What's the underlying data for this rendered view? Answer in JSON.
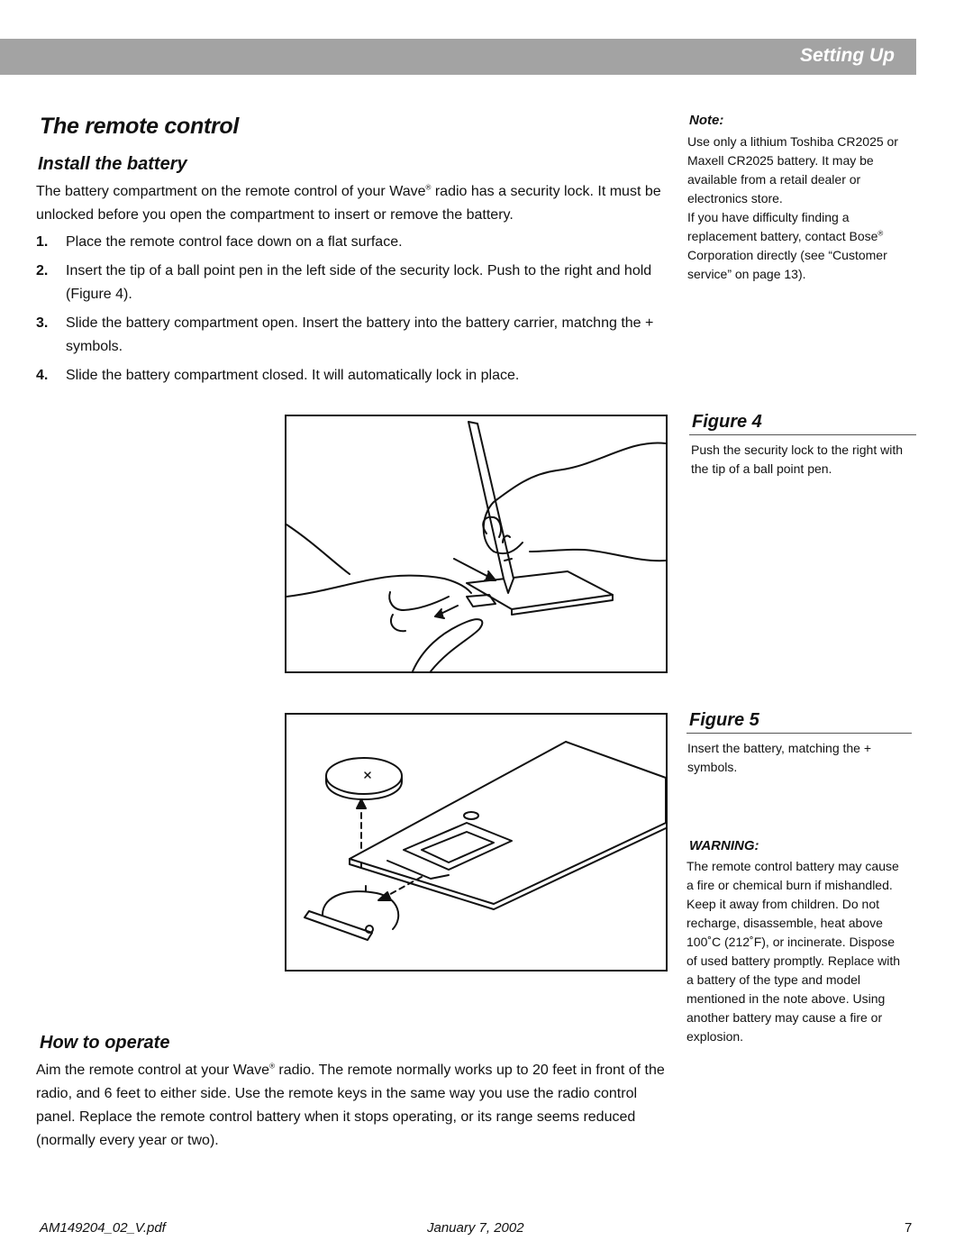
{
  "header": {
    "section_title": "Setting Up"
  },
  "main": {
    "title": "The remote control",
    "install": {
      "heading": "Install the battery",
      "intro_part1": "The battery compartment on the remote control of your Wave",
      "intro_reg": "®",
      "intro_part2": " radio has a security lock. It must be unlocked before you open the compartment to insert or remove the battery.",
      "steps": [
        {
          "num": "1.",
          "text": "Place the remote control face down on a flat surface."
        },
        {
          "num": "2.",
          "text": "Insert the tip of a ball point pen in the left side of the security lock. Push to the right and hold (Figure 4)."
        },
        {
          "num": "3.",
          "text": "Slide the battery compartment open. Insert the battery into the battery carrier, matchng the + symbols."
        },
        {
          "num": "4.",
          "text": "Slide the battery compartment closed. It will automatically lock in place."
        }
      ]
    },
    "operate": {
      "heading": "How to operate",
      "text_part1": "Aim the remote control at your Wave",
      "reg": "®",
      "text_part2": " radio. The remote normally works up to 20 feet in front of the radio, and 6 feet to either side. Use the remote keys in the same way you use the radio control panel. Replace the remote control battery when it stops operating, or its range seems reduced (normally every year or two)."
    }
  },
  "sidebar": {
    "note": {
      "heading": "Note:",
      "p1": "Use only a lithium Toshiba CR2025 or Maxell CR2025 battery. It may be available from a retail dealer or electronics store.",
      "p2_part1": "If you have difficulty finding a replacement battery, contact Bose",
      "p2_reg": "®",
      "p2_part2": " Corporation directly (see “Customer service” on page 13)."
    },
    "figure4": {
      "label": "Figure 4",
      "caption": "Push the security lock to the right with the tip of a ball point pen."
    },
    "figure5": {
      "label": "Figure 5",
      "caption": "Insert the battery, matching the + symbols."
    },
    "warning": {
      "heading": "WARNING:",
      "text": "The remote control battery may cause a fire or chemical burn if mishandled. Keep it away from children. Do not recharge, disassemble, heat above 100˚C (212˚F), or incinerate. Dispose of used battery promptly. Replace with a battery of the type and model mentioned in the note above. Using another battery may cause a fire or explosion."
    }
  },
  "footer": {
    "doc_id": "AM149204_02_V.pdf",
    "date": "January 7, 2002",
    "page_number": "7"
  }
}
